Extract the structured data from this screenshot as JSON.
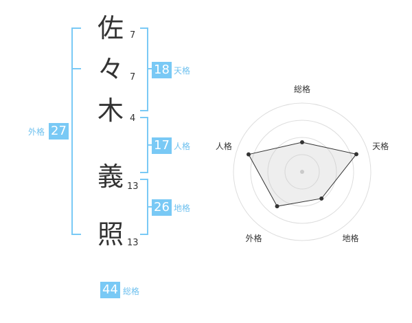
{
  "name": {
    "chars": [
      {
        "char": "佐",
        "strokes": "7"
      },
      {
        "char": "々",
        "strokes": "7"
      },
      {
        "char": "木",
        "strokes": "4"
      },
      {
        "char": "義",
        "strokes": "13"
      },
      {
        "char": "照",
        "strokes": "13"
      }
    ]
  },
  "kakusu": {
    "tenkaku": {
      "value": "18",
      "label": "天格"
    },
    "jinkaku": {
      "value": "17",
      "label": "人格"
    },
    "chikaku": {
      "value": "26",
      "label": "地格"
    },
    "gaikaku": {
      "value": "27",
      "label": "外格"
    },
    "soukaku": {
      "value": "44",
      "label": "総格"
    }
  },
  "colors": {
    "accent": "#79c9f5",
    "text": "#333333"
  },
  "chart_data": {
    "type": "radar",
    "axes": [
      "総格",
      "天格",
      "地格",
      "外格",
      "人格"
    ],
    "values": [
      0.43,
      0.83,
      0.48,
      0.62,
      0.82
    ],
    "range": [
      0,
      1
    ],
    "rings": 4
  }
}
